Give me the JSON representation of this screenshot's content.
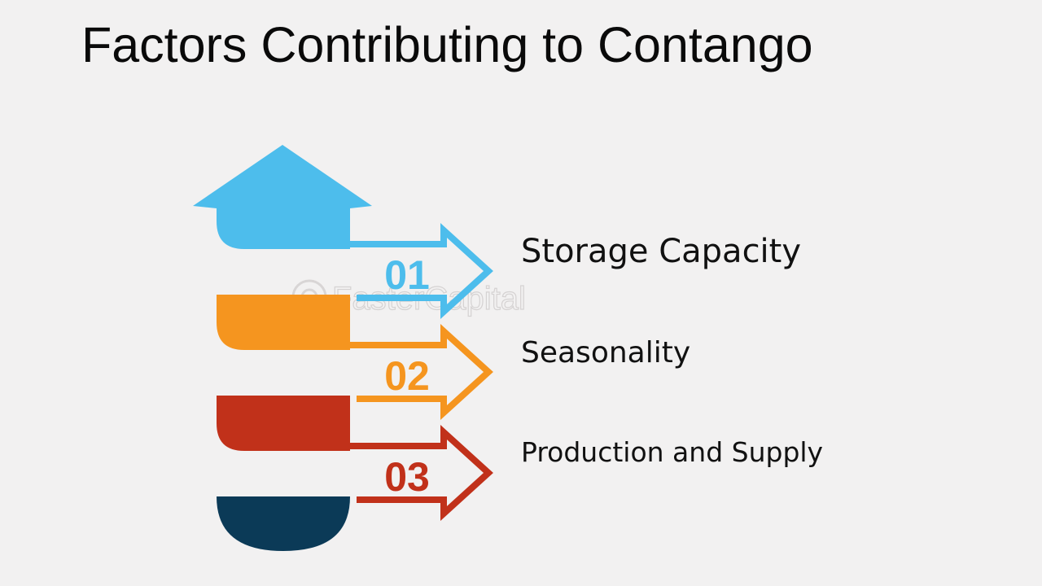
{
  "title": "Factors Contributing to Contango",
  "watermark": "FasterCapital",
  "colors": {
    "background": "#f2f1f1",
    "blue": "#4dbdec",
    "orange": "#f5951f",
    "red": "#c1311a",
    "navy": "#0b3a57",
    "text": "#111111"
  },
  "steps": [
    {
      "number": "01",
      "label": "Storage Capacity",
      "color": "#4dbdec"
    },
    {
      "number": "02",
      "label": "Seasonality",
      "color": "#f5951f"
    },
    {
      "number": "03",
      "label": "Production and Supply",
      "color": "#c1311a"
    }
  ],
  "icons": {
    "top": "house-roof-icon",
    "arrow": "outline-arrow-right-icon",
    "base": "half-circle-base-icon"
  }
}
